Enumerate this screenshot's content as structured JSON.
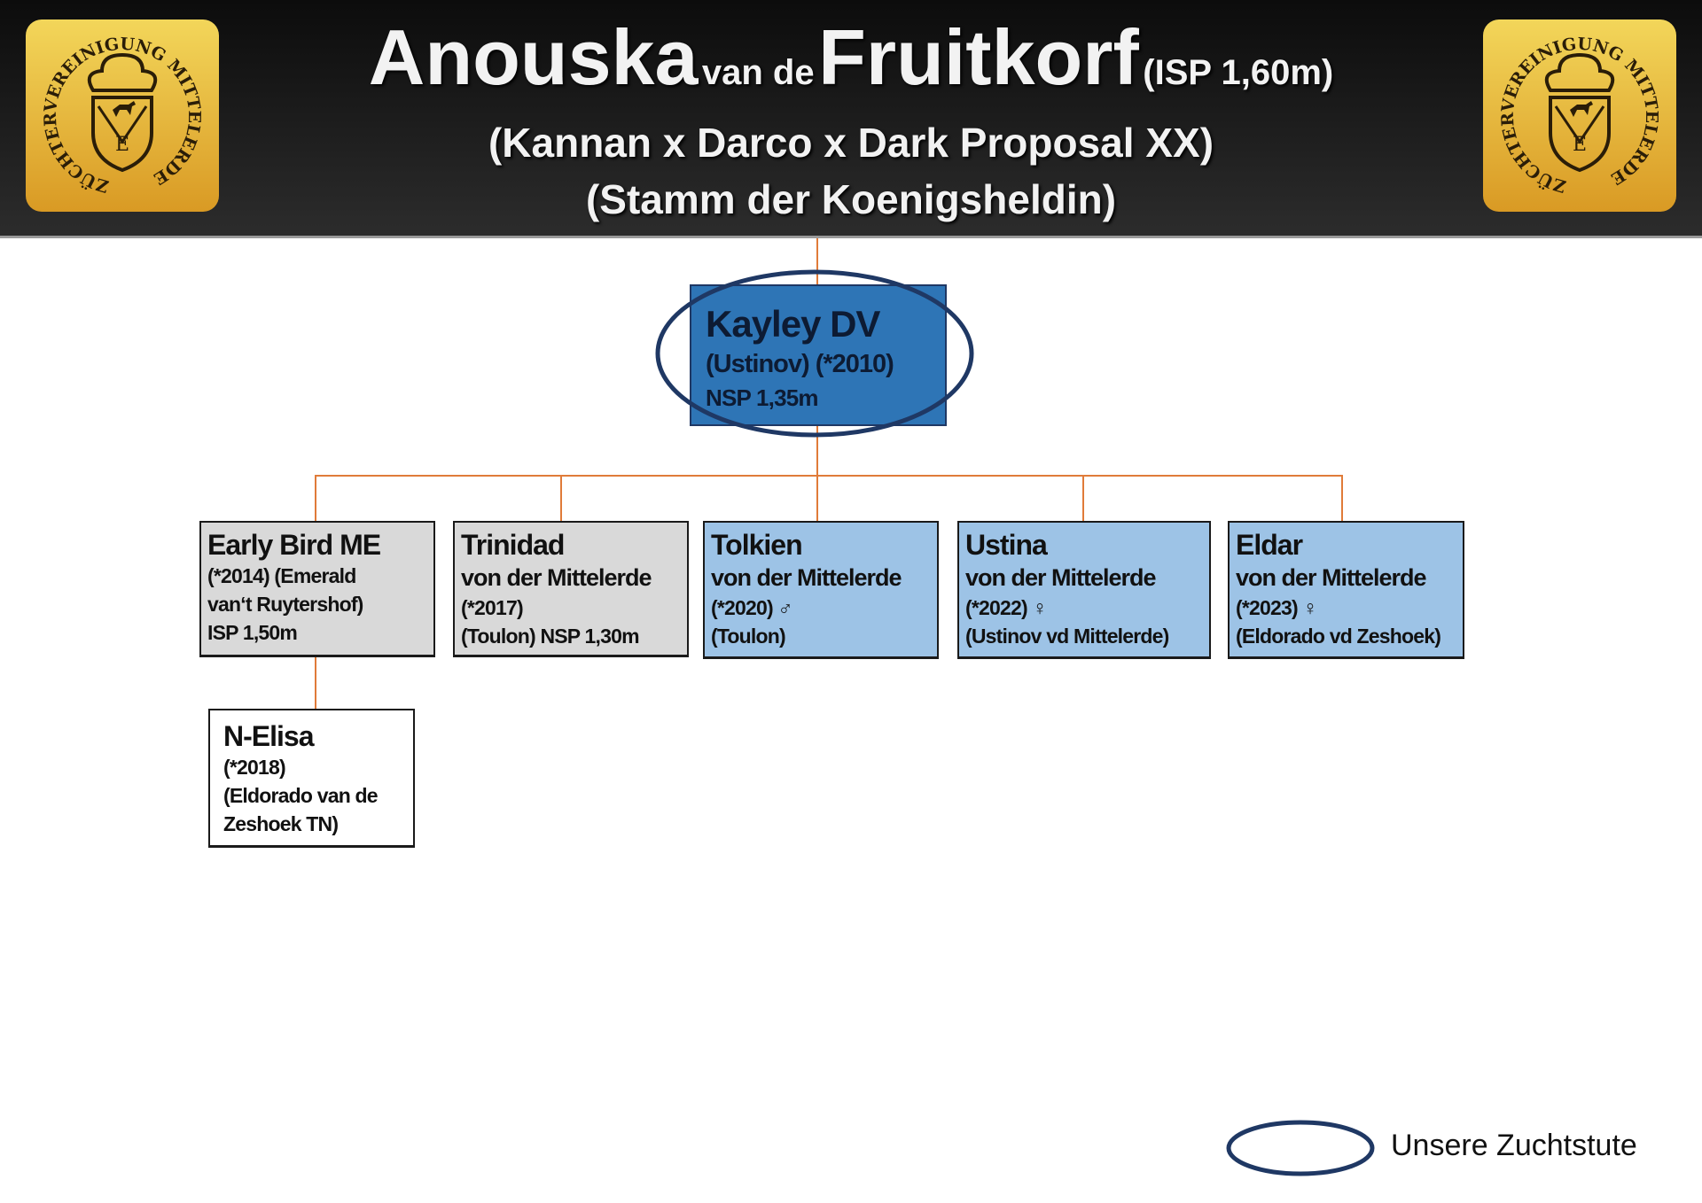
{
  "header": {
    "name_first": "Anouska",
    "name_mid": "van de",
    "name_last": "Fruitkorf",
    "rating": "(ISP 1,60m)",
    "pedigree": "(Kannan x Darco x Dark Proposal XX)",
    "lineage": "(Stamm der Koenigsheldin)",
    "logo_text": "ZÜCHTERVEREINIGUNG MITTELERDE",
    "logo_letter": "E"
  },
  "main_mare": {
    "name": "Kayley DV",
    "line2": "(Ustinov) (*2010)",
    "line3": "NSP 1,35m"
  },
  "offspring": [
    {
      "name": "Early Bird ME",
      "lines": [
        "(*2014) (Emerald",
        "van‘t Ruytershof)",
        "ISP 1,50m"
      ]
    },
    {
      "name": "Trinidad",
      "lines": [
        "von der Mittelerde",
        "(*2017)",
        "(Toulon) NSP 1,30m"
      ]
    },
    {
      "name": "Tolkien",
      "lines": [
        "von der Mittelerde",
        "(*2020) ♂",
        "(Toulon)"
      ]
    },
    {
      "name": "Ustina",
      "lines": [
        "von der Mittelerde",
        "(*2022) ♀",
        "(Ustinov vd Mittelerde)"
      ]
    },
    {
      "name": "Eldar",
      "lines": [
        "von der Mittelerde",
        "(*2023) ♀",
        "(Eldorado vd Zeshoek)"
      ]
    }
  ],
  "grand_offspring": {
    "name": "N-Elisa",
    "lines": [
      "(*2018)",
      "(Eldorado van de",
      "Zeshoek TN)"
    ]
  },
  "legend": {
    "label": "Unsere Zuchtstute"
  },
  "colors": {
    "accent_line": "#e07b39",
    "main_box": "#2e75b6",
    "light_blue": "#9dc3e6",
    "gray": "#d9d9d9",
    "ellipse": "#1f3864"
  }
}
